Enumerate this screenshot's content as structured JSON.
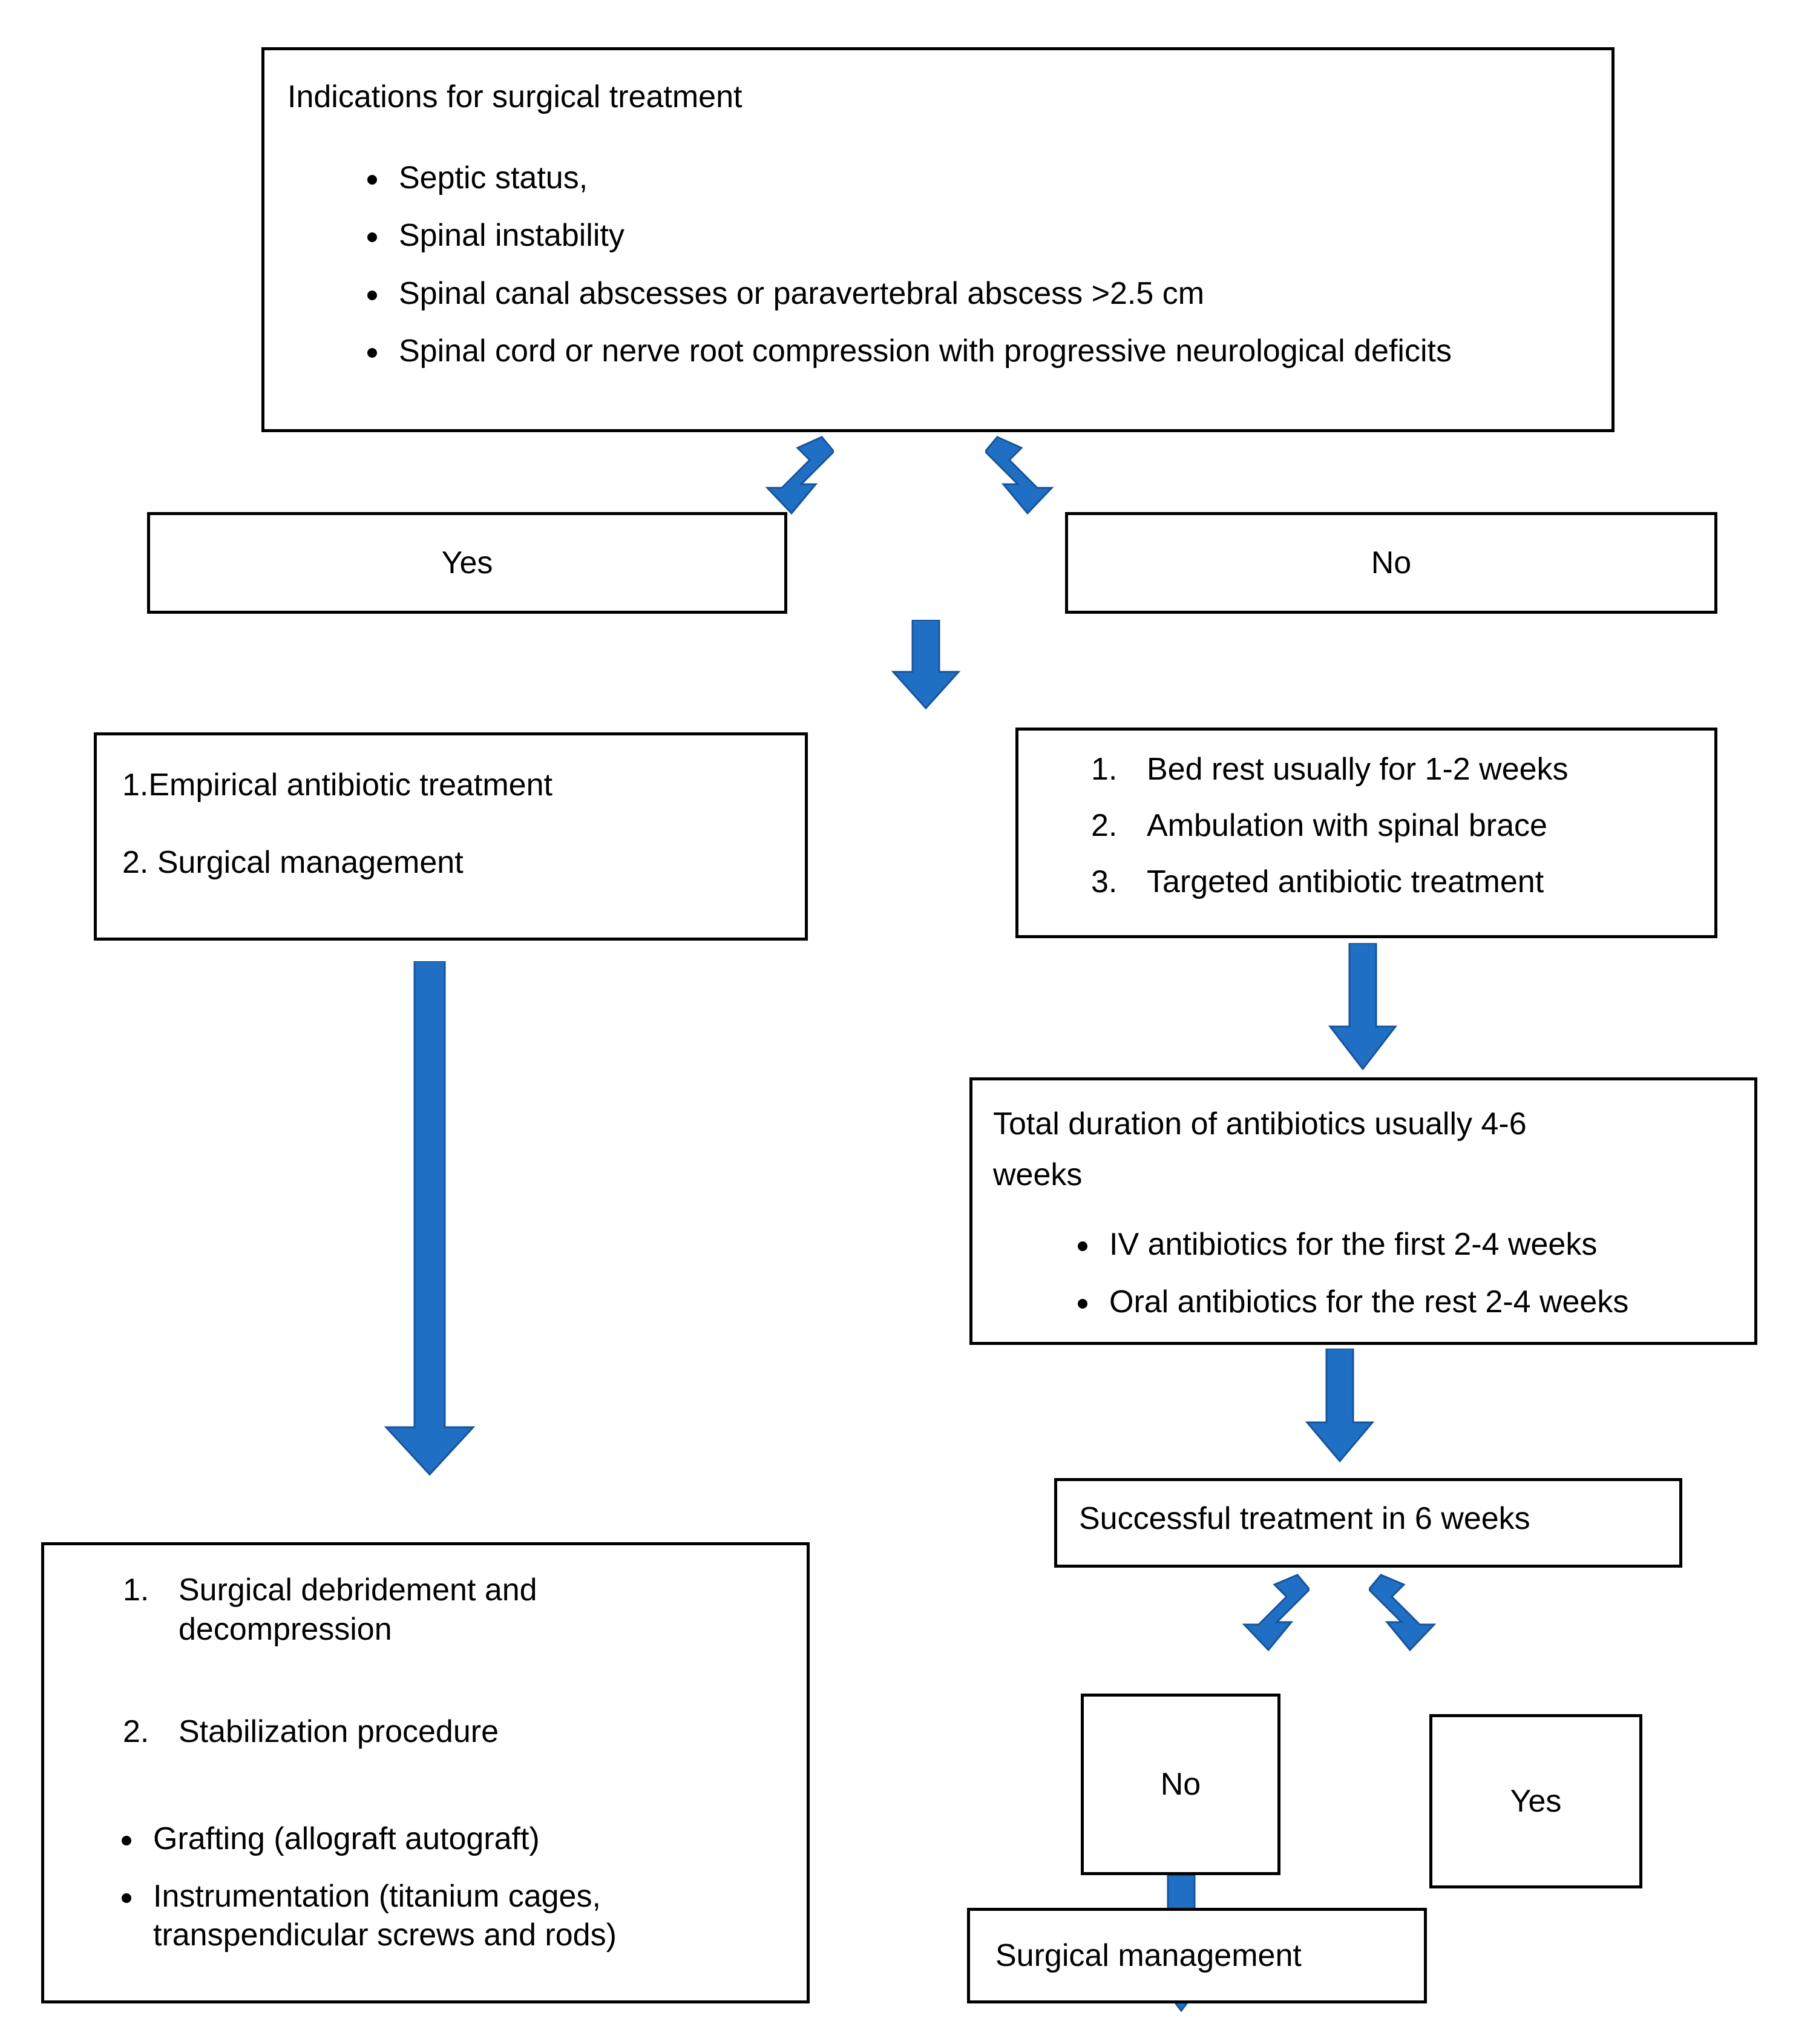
{
  "diagram": {
    "title": "Indications for surgical treatment flowchart",
    "accent_color": "#1f6fc4",
    "border_color": "#000000",
    "background_color": "#ffffff"
  },
  "nodes": {
    "indications": {
      "heading": "Indications for surgical treatment",
      "bullets": [
        "Septic status,",
        "Spinal instability",
        "Spinal canal abscesses or paravertebral abscess >2.5 cm",
        "Spinal cord or nerve root compression with progressive neurological deficits"
      ]
    },
    "branch_yes_top": {
      "label": "Yes"
    },
    "branch_no_top": {
      "label": "No"
    },
    "surgical_pathway": {
      "lines": [
        "1.Empirical antibiotic treatment",
        "2. Surgical management"
      ]
    },
    "conservative_pathway": {
      "items": [
        {
          "num": "1.",
          "text": "Bed rest usually for 1-2 weeks"
        },
        {
          "num": "2.",
          "text": "Ambulation with spinal brace"
        },
        {
          "num": "3.",
          "text": "Targeted antibiotic treatment"
        }
      ]
    },
    "antibiotic_duration": {
      "heading_line1": "Total duration of antibiotics usually 4-6",
      "heading_line2": "weeks",
      "bullets": [
        "IV antibiotics for the first 2-4 weeks",
        "Oral antibiotics for the rest 2-4 weeks"
      ]
    },
    "successful_treatment": {
      "label": "Successful treatment in 6 weeks"
    },
    "branch_no_bottom": {
      "label": "No"
    },
    "branch_yes_bottom": {
      "label": "Yes"
    },
    "surgical_management_end": {
      "label": "Surgical management"
    },
    "surgical_detail": {
      "items": [
        {
          "num": "1.",
          "text": "Surgical debridement and decompression"
        },
        {
          "num": "2.",
          "text": "Stabilization procedure"
        }
      ],
      "bullets": [
        "Grafting (allograft autograft)",
        "Instrumentation (titanium cages, transpendicular screws and rods)"
      ]
    }
  },
  "arrows": {
    "to_yes_top": "bent-arrow-down-left-icon",
    "to_no_top": "bent-arrow-down-right-icon",
    "to_conservative": "arrow-down-icon",
    "to_duration": "arrow-down-icon",
    "to_success": "arrow-down-icon",
    "to_no_bottom": "bent-arrow-down-left-icon",
    "to_yes_bottom": "bent-arrow-down-right-icon",
    "to_surgical_end": "arrow-down-icon",
    "to_surgical_detail": "long-arrow-down-icon"
  }
}
